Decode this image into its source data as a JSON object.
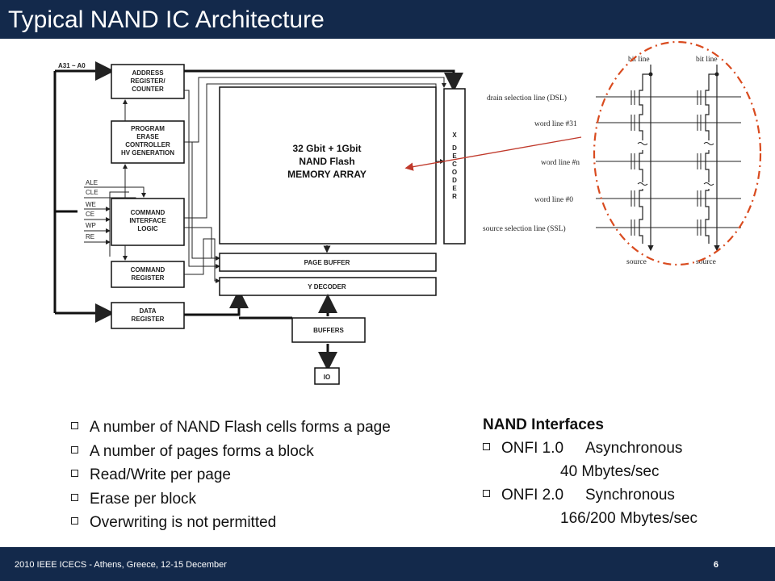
{
  "title": "Typical NAND IC Architecture",
  "footer": {
    "text": "2010 IEEE ICECS - Athens, Greece, 12-15 December",
    "page": "6"
  },
  "colors": {
    "bar": "#13294b",
    "ellipse": "#d94b1f",
    "arrow": "#c0392b"
  },
  "block_diagram": {
    "address_bus": "A31 ~ A0",
    "address_register": [
      "ADDRESS",
      "REGISTER/",
      "COUNTER"
    ],
    "program_erase": [
      "PROGRAM",
      "ERASE",
      "CONTROLLER",
      "HV GENERATION"
    ],
    "command_interface": [
      "COMMAND",
      "INTERFACE",
      "LOGIC"
    ],
    "command_register": [
      "COMMAND",
      "REGISTER"
    ],
    "data_register": [
      "DATA",
      "REGISTER"
    ],
    "memory_array": [
      "32 Gbit + 1Gbit",
      "NAND Flash",
      "MEMORY ARRAY"
    ],
    "x_decoder": [
      "X",
      "D",
      "E",
      "C",
      "O",
      "D",
      "E",
      "R"
    ],
    "page_buffer": "PAGE BUFFER",
    "y_decoder": "Y DECODER",
    "buffers": "BUFFERS",
    "io": "IO",
    "control_signals": [
      "ALE",
      "CLE",
      "WE",
      "CE",
      "WP",
      "RE"
    ]
  },
  "cell_diagram": {
    "bit_line_1": "bit line",
    "bit_line_2": "bit line",
    "dsl": "drain selection line (DSL)",
    "wl31": "word line #31",
    "wln": "word line #n",
    "wl0": "word line #0",
    "ssl": "source selection line (SSL)",
    "source_1": "source",
    "source_2": "source"
  },
  "bullets": [
    "A number of NAND Flash cells forms a page",
    "A number of pages forms a block",
    "Read/Write per page",
    "Erase per block",
    "Overwriting is not permitted"
  ],
  "interfaces": {
    "title": "NAND Interfaces",
    "onfi1_name": "ONFI 1.0",
    "onfi1_type": "Asynchronous",
    "onfi1_speed": "40 Mbytes/sec",
    "onfi2_name": "ONFI 2.0",
    "onfi2_type": "Synchronous",
    "onfi2_speed": "166/200 Mbytes/sec"
  }
}
